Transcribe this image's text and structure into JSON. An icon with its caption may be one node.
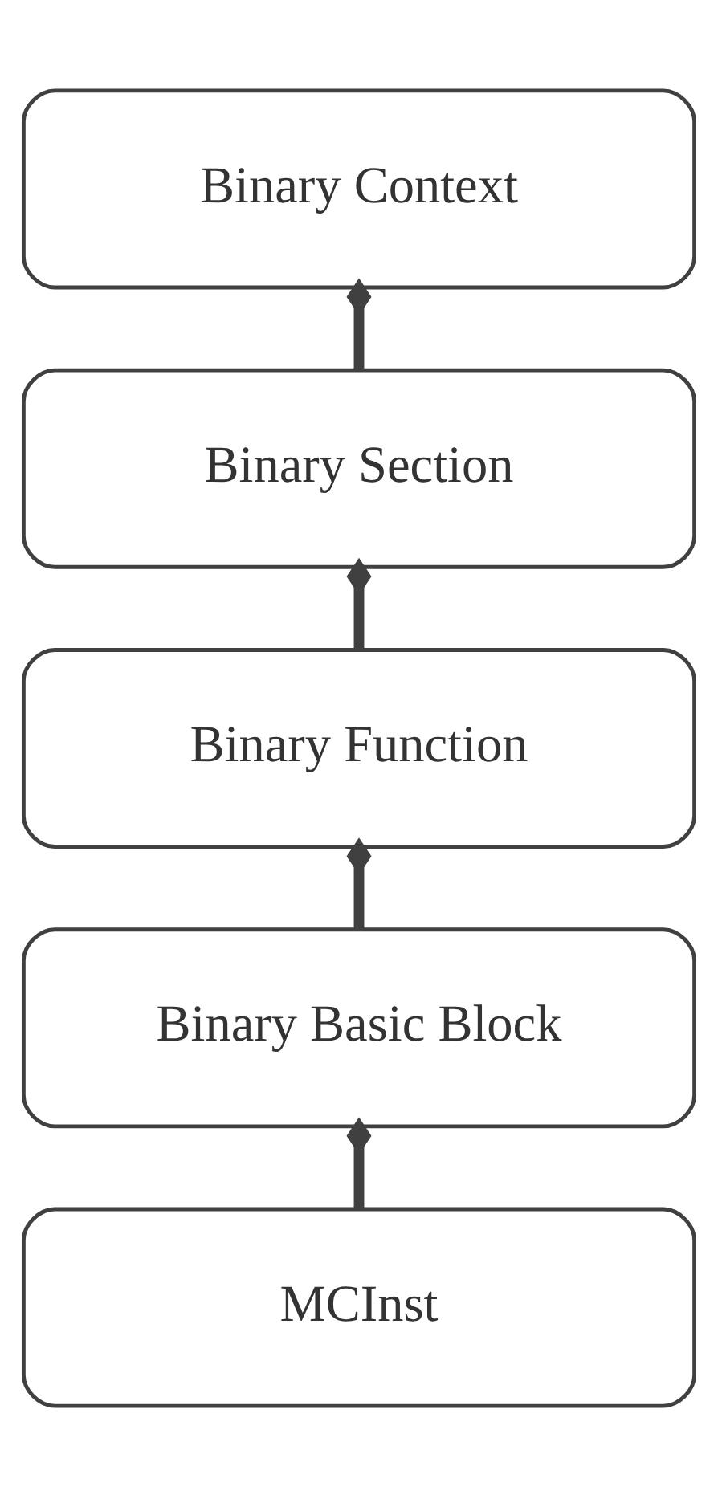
{
  "diagram": {
    "nodes": [
      {
        "text": [
          "Binary Context"
        ]
      },
      {
        "text": [
          "Binary Section"
        ]
      },
      {
        "text": [
          "Binary Function"
        ]
      },
      {
        "text": [
          "Binary Basic Block"
        ]
      },
      {
        "text": [
          "MCInst"
        ]
      }
    ],
    "edges": [
      {
        "from": 0,
        "to": 1,
        "arrow": "other"
      },
      {
        "from": 1,
        "to": 2,
        "arrow": "other"
      },
      {
        "from": 2,
        "to": 3,
        "arrow": "other"
      },
      {
        "from": 3,
        "to": 4,
        "arrow": "other"
      }
    ]
  }
}
